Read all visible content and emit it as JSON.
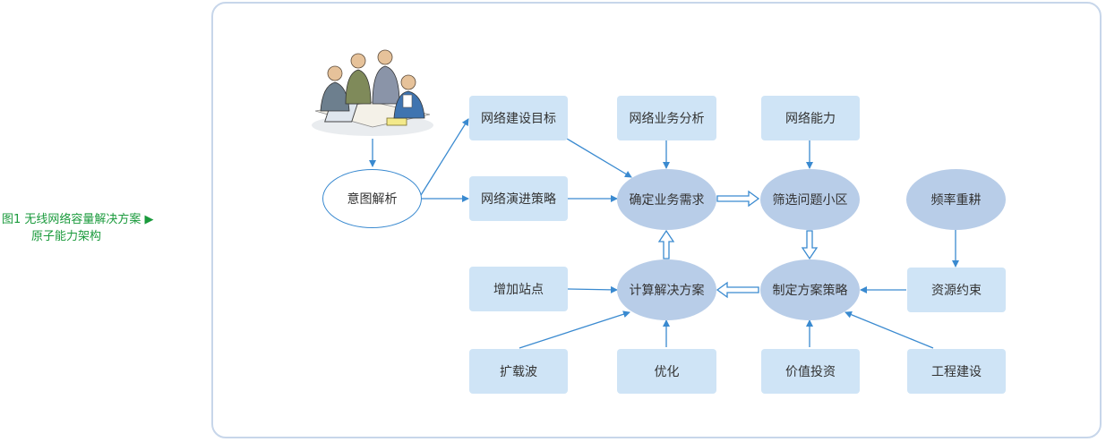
{
  "caption": {
    "line1": "图1  无线网络容量解决方案 ▶",
    "line2": "原子能力架构"
  },
  "nodes": {
    "intent": "意图解析",
    "goal": "网络建设目标",
    "evolution": "网络演进策略",
    "business_analysis": "网络业务分析",
    "capability": "网络能力",
    "confirm_demand": "确定业务需求",
    "filter_cells": "筛选问题小区",
    "freq_refarm": "频率重耕",
    "add_sites": "增加站点",
    "calc_plan": "计算解决方案",
    "make_strategy": "制定方案策略",
    "resource_limit": "资源约束",
    "carrier_expand": "扩载波",
    "optimize": "优化",
    "value_invest": "价值投资",
    "engineering": "工程建设"
  },
  "colors": {
    "caption": "#1a9a3c",
    "box": "#cfe4f6",
    "ellipse": "#b8cde8",
    "arrow": "#3a8ad0"
  }
}
